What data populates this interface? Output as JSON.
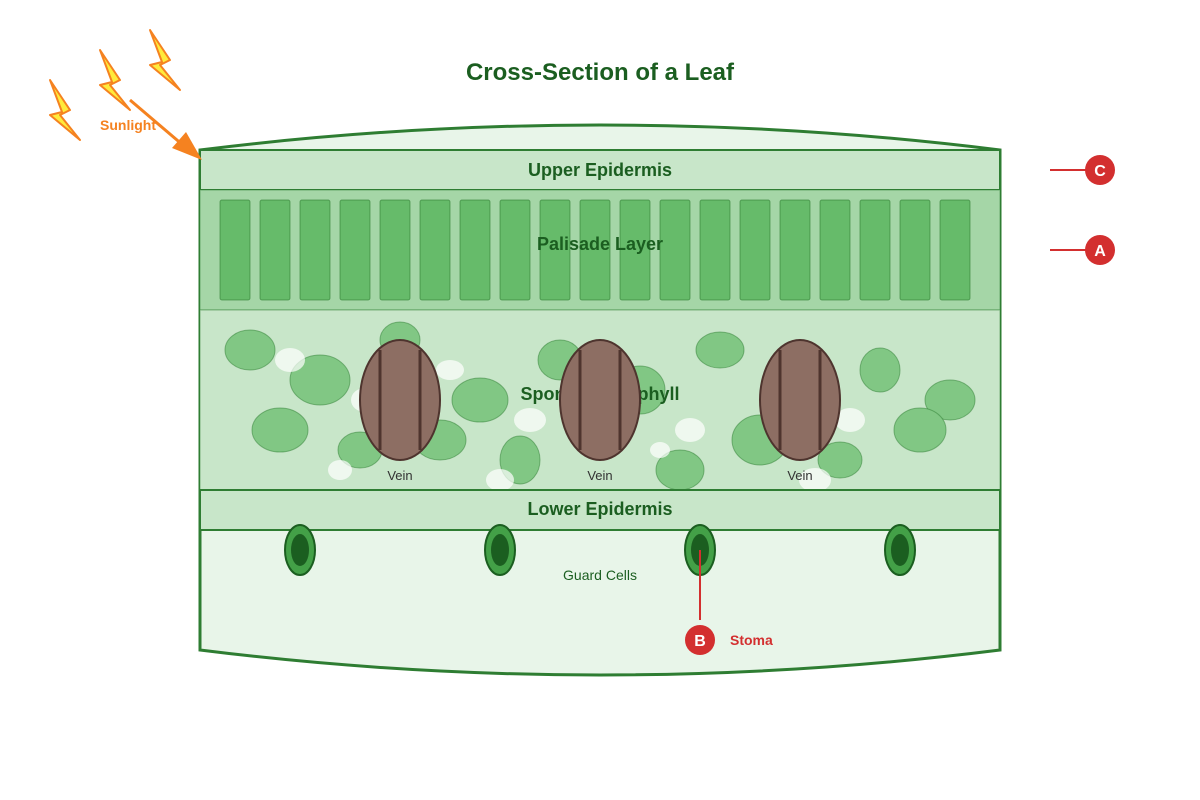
{
  "title": "Cross-Section of a Leaf",
  "sunlight_label": "Sunlight",
  "layers": {
    "upper_epidermis": "Upper Epidermis",
    "palisade": "Palisade Layer",
    "spongy": "Spongy Mesophyll",
    "lower_epidermis": "Lower Epidermis"
  },
  "vein_label": "Vein",
  "guard_cells_label": "Guard Cells",
  "markers": {
    "a": "A",
    "b": "B",
    "c": "C"
  },
  "stoma_label": "Stoma",
  "colors": {
    "title": "#1b5e20",
    "outline": "#2e7d32",
    "leaf_bg": "#e8f5e9",
    "epidermis": "#c8e6c9",
    "palisade_bg": "#a5d6a7",
    "palisade_cell": "#66bb6a",
    "spongy_cell": "#81c784",
    "vein_fill": "#8d6e63",
    "vein_stroke": "#4e342e",
    "guard_fill": "#43a047",
    "guard_pore": "#1b5e20",
    "marker": "#d32f2f",
    "sun": "#f58220",
    "bolt_fill": "#ffeb3b"
  }
}
